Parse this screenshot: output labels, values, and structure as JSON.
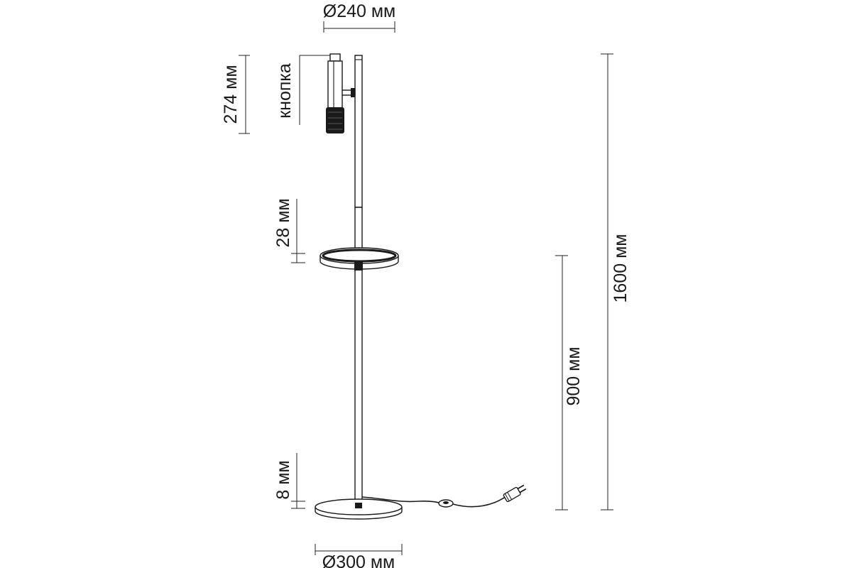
{
  "labels": {
    "shade_diameter": "Ø240 мм",
    "base_diameter": "Ø300 мм",
    "head_height": "274 мм",
    "button": "кнопка",
    "tray_height": "28 мм",
    "base_height": "8 мм",
    "tray_from_floor": "900 мм",
    "total_height": "1600 мм"
  },
  "colors": {
    "line": "#1a1a1a",
    "background": "#ffffff"
  }
}
